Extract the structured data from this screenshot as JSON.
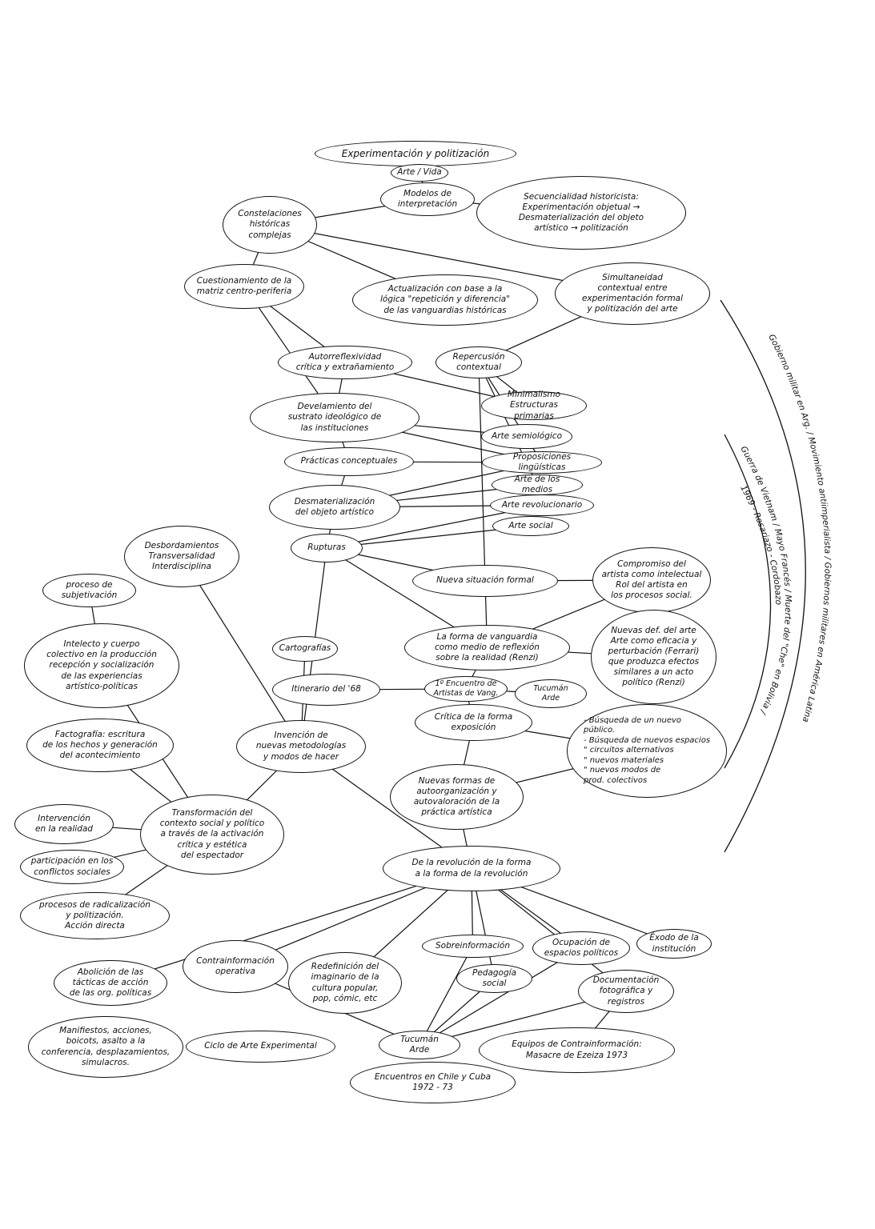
{
  "nodes": [
    {
      "id": 1,
      "label": "Experimentación y politización"
    },
    {
      "id": 2,
      "label": "Arte / Vida"
    },
    {
      "id": 3,
      "label": "Modelos de interpretación"
    },
    {
      "id": 4,
      "label": "Secuencialidad historicista:\nExperimentación objetual →\nDesmaterialización del objeto\nartístico → politización"
    },
    {
      "id": 5,
      "label": "Constelaciones\nhistóricas\ncomplejas"
    },
    {
      "id": 6,
      "label": "Cuestionamiento de la\nmatriz centro-periferia"
    },
    {
      "id": 7,
      "label": "Actualización con base a la\nlógica \"repetición y diferencia\"\nde las vanguardias históricas"
    },
    {
      "id": 8,
      "label": "Simultaneidad\ncontextual entre\nexperimentación formal\ny politización del arte"
    },
    {
      "id": 9,
      "label": "Autorreflexividad\ncrítica y extrañamiento"
    },
    {
      "id": 10,
      "label": "Repercusión\ncontextual"
    },
    {
      "id": 11,
      "label": "Develamiento del\nsustrato ideológico de\nlas instituciones"
    },
    {
      "id": 12,
      "label": "Minimalismo\nEstructuras primarias"
    },
    {
      "id": 13,
      "label": "Arte semiológico"
    },
    {
      "id": 14,
      "label": "Prácticas conceptuales"
    },
    {
      "id": 15,
      "label": "Proposiciones lingüísticas"
    },
    {
      "id": 16,
      "label": "Arte de los medios"
    },
    {
      "id": 17,
      "label": "Desmaterialización\ndel objeto artístico"
    },
    {
      "id": 18,
      "label": "Arte revolucionario"
    },
    {
      "id": 19,
      "label": "Arte social"
    },
    {
      "id": 20,
      "label": "Rupturas"
    },
    {
      "id": 21,
      "label": "Desbordamientos\nTransversalidad\nInterdisciplina"
    },
    {
      "id": 22,
      "label": "Nueva situación formal"
    },
    {
      "id": 23,
      "label": "Compromiso del\nartista como intelectual\nRol del artista en\nlos procesos social."
    },
    {
      "id": 24,
      "label": "proceso de\nsubjetivación"
    },
    {
      "id": 25,
      "label": "Intelecto y cuerpo\ncolectivo en la producción\nrecepción y socialización\nde las experiencias\nartístico-políticas"
    },
    {
      "id": 26,
      "label": "La forma de vanguardia\ncomo medio de reflexión\nsobre la realidad (Renzi)"
    },
    {
      "id": 27,
      "label": "Nuevas def. del arte\nArte como eficacia y\nperturbación (Ferrari)\nque produzca efectos\nsimilares a un acto\npolítico (Renzi)"
    },
    {
      "id": 28,
      "label": "Cartografías"
    },
    {
      "id": 29,
      "label": "Itinerario del '68"
    },
    {
      "id": 30,
      "label": "1º Encuentro de\nArtistas de Vang."
    },
    {
      "id": 31,
      "label": "Tucumán\nArde"
    },
    {
      "id": 32,
      "label": "Crítica de la forma\nexposición"
    },
    {
      "id": 33,
      "label": "- Búsqueda de un nuevo\npúblico.\n- Búsqueda de nuevos espacios\n\" circuitos alternativos\n\" nuevos materiales\n\" nuevos modos de\nprod. colectivos"
    },
    {
      "id": 34,
      "label": "Factografía: escritura\nde los hechos y generación\ndel acontecimiento"
    },
    {
      "id": 35,
      "label": "Invención de\nnuevas metodologías\ny modos de hacer"
    },
    {
      "id": 36,
      "label": "Nuevas formas de\nautoorganización y\nautovaloración de la\npráctica artística"
    },
    {
      "id": 37,
      "label": "Intervención\nen la realidad"
    },
    {
      "id": 38,
      "label": "Transformación del\ncontexto social y político\na través de la activación\ncrítica y estética\ndel espectador"
    },
    {
      "id": 39,
      "label": "participación en los\nconflictos sociales"
    },
    {
      "id": 40,
      "label": "procesos de radicalización\ny politización.\nAcción directa"
    },
    {
      "id": 41,
      "label": "De la revolución de la forma\na la forma de la revolución"
    },
    {
      "id": 42,
      "label": "Contrainformación\noperativa"
    },
    {
      "id": 43,
      "label": "Sobreinformación"
    },
    {
      "id": 44,
      "label": "Ocupación de\nespacios políticos"
    },
    {
      "id": 45,
      "label": "Éxodo de la\ninstitución"
    },
    {
      "id": 46,
      "label": "Abolición de las\ntácticas de acción\nde las org. políticas"
    },
    {
      "id": 47,
      "label": "Redefinición del\nimaginario de la\ncultura popular,\npop, cómic, etc"
    },
    {
      "id": 48,
      "label": "Pedagogía\nsocial"
    },
    {
      "id": 49,
      "label": "Documentación\nfotográfica y\nregistros"
    },
    {
      "id": 50,
      "label": "Manifiestos, acciones,\nboicots, asalto a la\nconferencia, desplazamientos,\nsimulacros."
    },
    {
      "id": 51,
      "label": "Ciclo de Arte Experimental"
    },
    {
      "id": 52,
      "label": "Tucumán\nArde"
    },
    {
      "id": 53,
      "label": "Equipos de Contrainformación:\nMasacre de Ezeiza 1973"
    },
    {
      "id": 54,
      "label": "Encuentros en Chile y Cuba\n1972 - 73"
    }
  ],
  "arcs": {
    "outer": "Gobierno militar en Arg. / Movimiento antiimperialista / Gobiernos militares en América Latina",
    "inner": "Guerra de Vietnam / Mayo Francés / Muerte del \"Che\" en Bolivia /",
    "inner2": "1969 - Rosariazo - Cordobazo"
  },
  "edges": [
    [
      1,
      2
    ],
    [
      2,
      3
    ],
    [
      3,
      5
    ],
    [
      3,
      4
    ],
    [
      5,
      6
    ],
    [
      5,
      7
    ],
    [
      5,
      8
    ],
    [
      6,
      9
    ],
    [
      6,
      11
    ],
    [
      8,
      10
    ],
    [
      9,
      11
    ],
    [
      9,
      12
    ],
    [
      10,
      12
    ],
    [
      10,
      15
    ],
    [
      10,
      16
    ],
    [
      10,
      22
    ],
    [
      11,
      13
    ],
    [
      11,
      15
    ],
    [
      11,
      14
    ],
    [
      14,
      15
    ],
    [
      14,
      17
    ],
    [
      17,
      15
    ],
    [
      17,
      16
    ],
    [
      17,
      18
    ],
    [
      20,
      18
    ],
    [
      20,
      19
    ],
    [
      17,
      20
    ],
    [
      20,
      22
    ],
    [
      20,
      26
    ],
    [
      20,
      35
    ],
    [
      21,
      35
    ],
    [
      22,
      23
    ],
    [
      22,
      26
    ],
    [
      23,
      26
    ],
    [
      23,
      27
    ],
    [
      26,
      27
    ],
    [
      26,
      30
    ],
    [
      29,
      30
    ],
    [
      30,
      31
    ],
    [
      30,
      32
    ],
    [
      32,
      33
    ],
    [
      32,
      36
    ],
    [
      33,
      36
    ],
    [
      28,
      35
    ],
    [
      35,
      38
    ],
    [
      35,
      41
    ],
    [
      24,
      25
    ],
    [
      25,
      38
    ],
    [
      34,
      38
    ],
    [
      37,
      38
    ],
    [
      39,
      38
    ],
    [
      40,
      38
    ],
    [
      36,
      41
    ],
    [
      41,
      46
    ],
    [
      41,
      42
    ],
    [
      41,
      47
    ],
    [
      41,
      43
    ],
    [
      41,
      48
    ],
    [
      41,
      44
    ],
    [
      41,
      49
    ],
    [
      41,
      45
    ],
    [
      42,
      52
    ],
    [
      43,
      52
    ],
    [
      48,
      52
    ],
    [
      44,
      52
    ],
    [
      49,
      52
    ],
    [
      49,
      53
    ]
  ]
}
